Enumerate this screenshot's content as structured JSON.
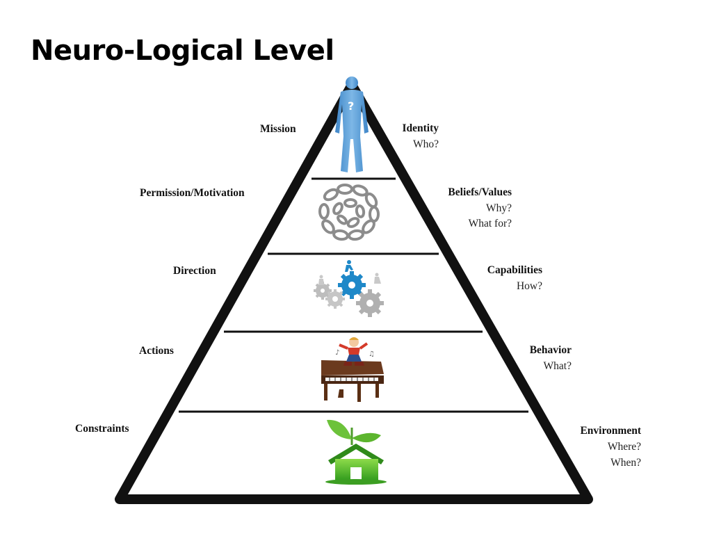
{
  "title": "Neuro-Logical Level",
  "levels": [
    {
      "left_label": "Mission",
      "right_label": "Identity",
      "right_questions": [
        "Who?"
      ],
      "icon": "person-question-icon"
    },
    {
      "left_label": "Permission/Motivation",
      "right_label": "Beliefs/Values",
      "right_questions": [
        "Why?",
        "What for?"
      ],
      "icon": "chain-icon"
    },
    {
      "left_label": "Direction",
      "right_label": "Capabilities",
      "right_questions": [
        "How?"
      ],
      "icon": "gears-icon"
    },
    {
      "left_label": "Actions",
      "right_label": "Behavior",
      "right_questions": [
        "What?"
      ],
      "icon": "piano-dancer-icon"
    },
    {
      "left_label": "Constraints",
      "right_label": "Environment",
      "right_questions": [
        "Where?",
        "When?"
      ],
      "icon": "green-house-icon"
    }
  ],
  "colors": {
    "outline": "#111111",
    "person": "#5b9bd5",
    "gear_blue": "#1e88c8",
    "gear_grey": "#b7b7b7",
    "chain": "#8c8c8c",
    "piano": "#6b3a1e",
    "house": "#4caf2a",
    "leaf": "#6cc23a"
  }
}
